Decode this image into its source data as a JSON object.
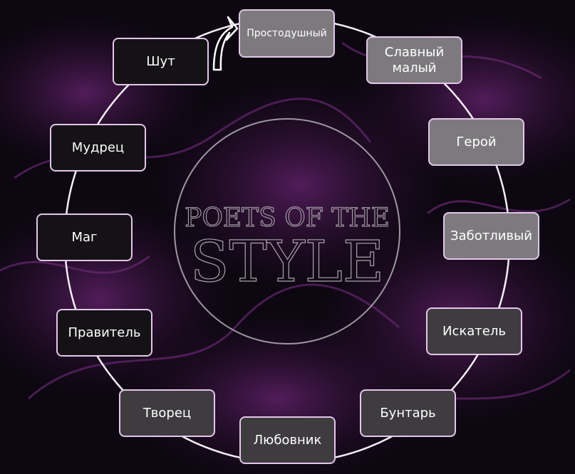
{
  "logo": {
    "line1": "POETS OF THE",
    "line2": "STYLE"
  },
  "nodes": [
    {
      "id": "prostodushny",
      "label": "Простодушный",
      "tone": "light"
    },
    {
      "id": "slavny-maly",
      "label": "Славный малый",
      "tone": "light"
    },
    {
      "id": "geroy",
      "label": "Герой",
      "tone": "light"
    },
    {
      "id": "zabotlivy",
      "label": "Заботливый",
      "tone": "light"
    },
    {
      "id": "iskatel",
      "label": "Искатель",
      "tone": "mid"
    },
    {
      "id": "buntar",
      "label": "Бунтарь",
      "tone": "mid"
    },
    {
      "id": "lyubovnik",
      "label": "Любовник",
      "tone": "mid"
    },
    {
      "id": "tvorets",
      "label": "Творец",
      "tone": "mid"
    },
    {
      "id": "pravitel",
      "label": "Правитель",
      "tone": "dark"
    },
    {
      "id": "mag",
      "label": "Маг",
      "tone": "dark"
    },
    {
      "id": "mudrets",
      "label": "Мудрец",
      "tone": "dark"
    },
    {
      "id": "shut",
      "label": "Шут",
      "tone": "dark"
    }
  ],
  "colors": {
    "light": "#7d7a7e",
    "mid": "#3f3c40",
    "dark": "#141215",
    "border": "#e3c7e9",
    "background": "#0c0710",
    "foliage": "#4a1650"
  }
}
